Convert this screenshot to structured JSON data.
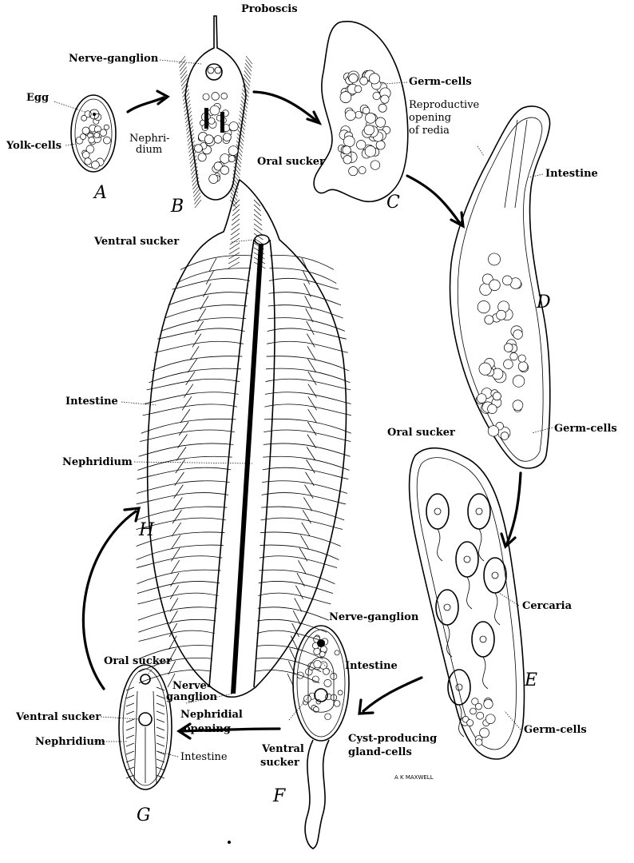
{
  "labels": {
    "proboscis": "Proboscis",
    "nerve_ganglion_b": "Nerve-ganglion",
    "egg": "Egg",
    "yolk_cells": "Yolk-cells",
    "nephridium_b_1": "Nephri-",
    "nephridium_b_2": "dium",
    "germ_cells_c": "Germ-cells",
    "reproductive_1": "Reproductive",
    "reproductive_2": "opening",
    "reproductive_3": "of redia",
    "intestine_d": "Intestine",
    "oral_sucker_h": "Oral sucker",
    "ventral_sucker_h": "Ventral sucker",
    "intestine_h": "Intestine",
    "nephridium_h": "Nephridium",
    "germ_cells_d": "Germ-cells",
    "oral_sucker_e": "Oral sucker",
    "cercaria": "Cercaria",
    "nerve_ganglion_f": "Nerve-ganglion",
    "intestine_f": "Intestine",
    "cyst_1": "Cyst-producing",
    "cyst_2": "gland-cells",
    "ventral_sucker_f_1": "Ventral",
    "ventral_sucker_f_2": "sucker",
    "germ_cells_e": "Germ-cells",
    "oral_sucker_g": "Oral sucker",
    "nerve_ganglion_g_1": "Nerve-",
    "nerve_ganglion_g_2": "ganglion",
    "nephridial_1": "Nephridial",
    "nephridial_2": "opening",
    "ventral_sucker_g": "Ventral sucker",
    "nephridium_g": "Nephridium",
    "intestine_g": "Intestine"
  },
  "stages": {
    "a": "A",
    "b": "B",
    "c": "C",
    "d": "D",
    "e": "E",
    "f": "F",
    "g": "G",
    "h": "H"
  },
  "artist_signature": "A K MAXWELL"
}
